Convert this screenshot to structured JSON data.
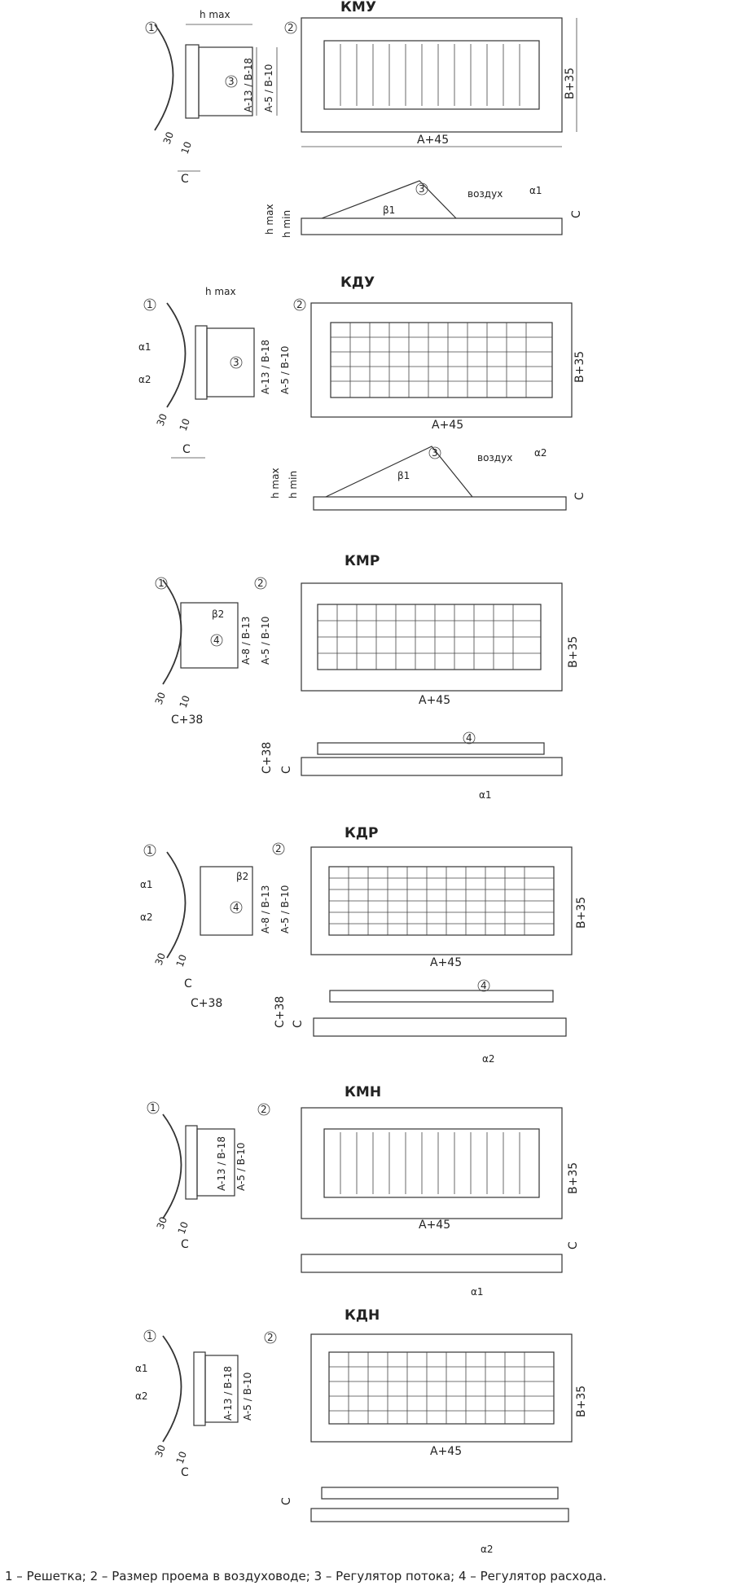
{
  "caption": "1 – Решетка; 2 – Размер проема в воздуховоде; 3 – Регулятор потока; 4 – Регулятор расхода.",
  "markers": {
    "m1": "1",
    "m2": "2",
    "m3": "3",
    "m4": "4"
  },
  "labels": {
    "hmax": "h max",
    "hmin": "h min",
    "a13b18": "A-13 / B-18",
    "a5b10": "A-5 / B-10",
    "a8b13": "A-8 / B-13",
    "a45": "A+45",
    "b35": "B+35",
    "c": "C",
    "c38": "C+38",
    "d30": "30",
    "d10": "10",
    "air": "воздух",
    "alpha1": "α1",
    "alpha2": "α2",
    "beta1": "β1",
    "beta2": "β2"
  },
  "sections": [
    {
      "id": "kmu",
      "title": "КМУ"
    },
    {
      "id": "kdu",
      "title": "КДУ"
    },
    {
      "id": "kmr",
      "title": "КМР"
    },
    {
      "id": "kdr",
      "title": "КДР"
    },
    {
      "id": "kmn",
      "title": "КМН"
    },
    {
      "id": "kdn",
      "title": "КДН"
    }
  ]
}
